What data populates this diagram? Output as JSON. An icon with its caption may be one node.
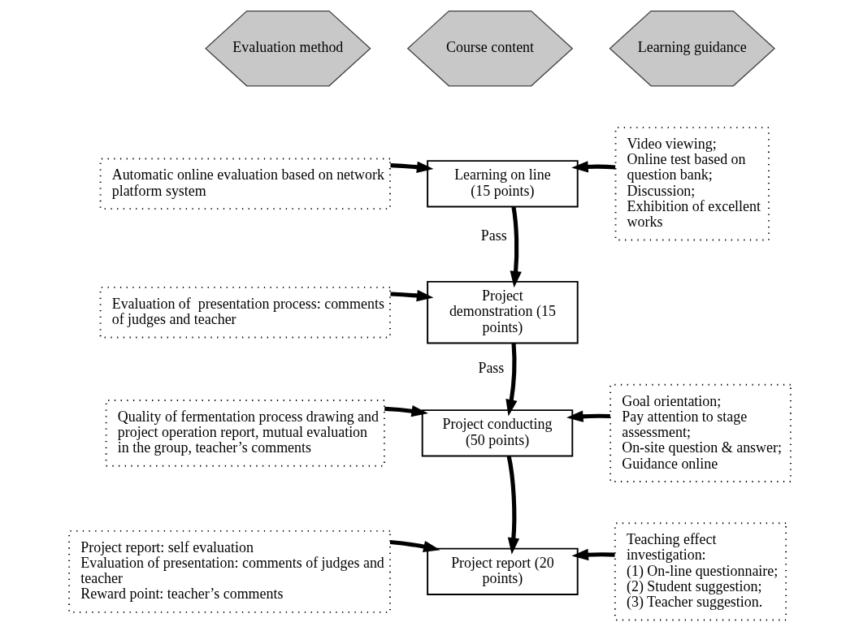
{
  "diagram": {
    "nodes": [
      {
        "text": [
          "Evaluation method"
        ]
      },
      {
        "text": [
          "Course content"
        ]
      },
      {
        "text": [
          "Learning guidance"
        ]
      },
      {
        "text": [
          "Automatic online evaluation based on network platform system"
        ]
      },
      {
        "text": [
          "Learning on line (15 points)"
        ]
      },
      {
        "text": [
          "Video viewing;",
          "Online test based on question bank;",
          "Discussion;",
          "Exhibition of excellent works"
        ]
      },
      {
        "text": [
          "Evaluation of  presentation process: comments of judges and teacher"
        ]
      },
      {
        "text": [
          "Project demonstration (15 points)"
        ]
      },
      {
        "text": [
          "Quality of fermentation process drawing and project operation report, mutual evaluation in the group, teacher’s comments"
        ]
      },
      {
        "text": [
          "Project conducting (50 points)"
        ]
      },
      {
        "text": [
          "Goal orientation;",
          "Pay attention to stage assessment;",
          "On-site question & answer;",
          "Guidance online"
        ]
      },
      {
        "text": [
          "Project report: self evaluation",
          "Evaluation of presentation: comments of judges and teacher",
          "Reward point: teacher’s comments"
        ]
      },
      {
        "text": [
          "Project report (20 points)"
        ]
      },
      {
        "text": [
          "Teaching effect investigation:",
          "(1) On-line questionnaire;",
          "(2) Student suggestion;",
          "(3) Teacher suggestion."
        ]
      }
    ],
    "edges": [
      {
        "from": 3,
        "to": 4,
        "arrow": "to"
      },
      {
        "from": 5,
        "to": 4,
        "arrow": "to"
      },
      {
        "from": 4,
        "to": 7,
        "arrow": "to",
        "label": "Pass"
      },
      {
        "from": 6,
        "to": 7,
        "arrow": "to"
      },
      {
        "from": 7,
        "to": 9,
        "arrow": "to",
        "label": "Pass"
      },
      {
        "from": 8,
        "to": 9,
        "arrow": "to"
      },
      {
        "from": 10,
        "to": 9,
        "arrow": "to"
      },
      {
        "from": 9,
        "to": 12,
        "arrow": "to"
      },
      {
        "from": 11,
        "to": 12,
        "arrow": "to"
      },
      {
        "from": 13,
        "to": 12,
        "arrow": "to"
      }
    ]
  }
}
